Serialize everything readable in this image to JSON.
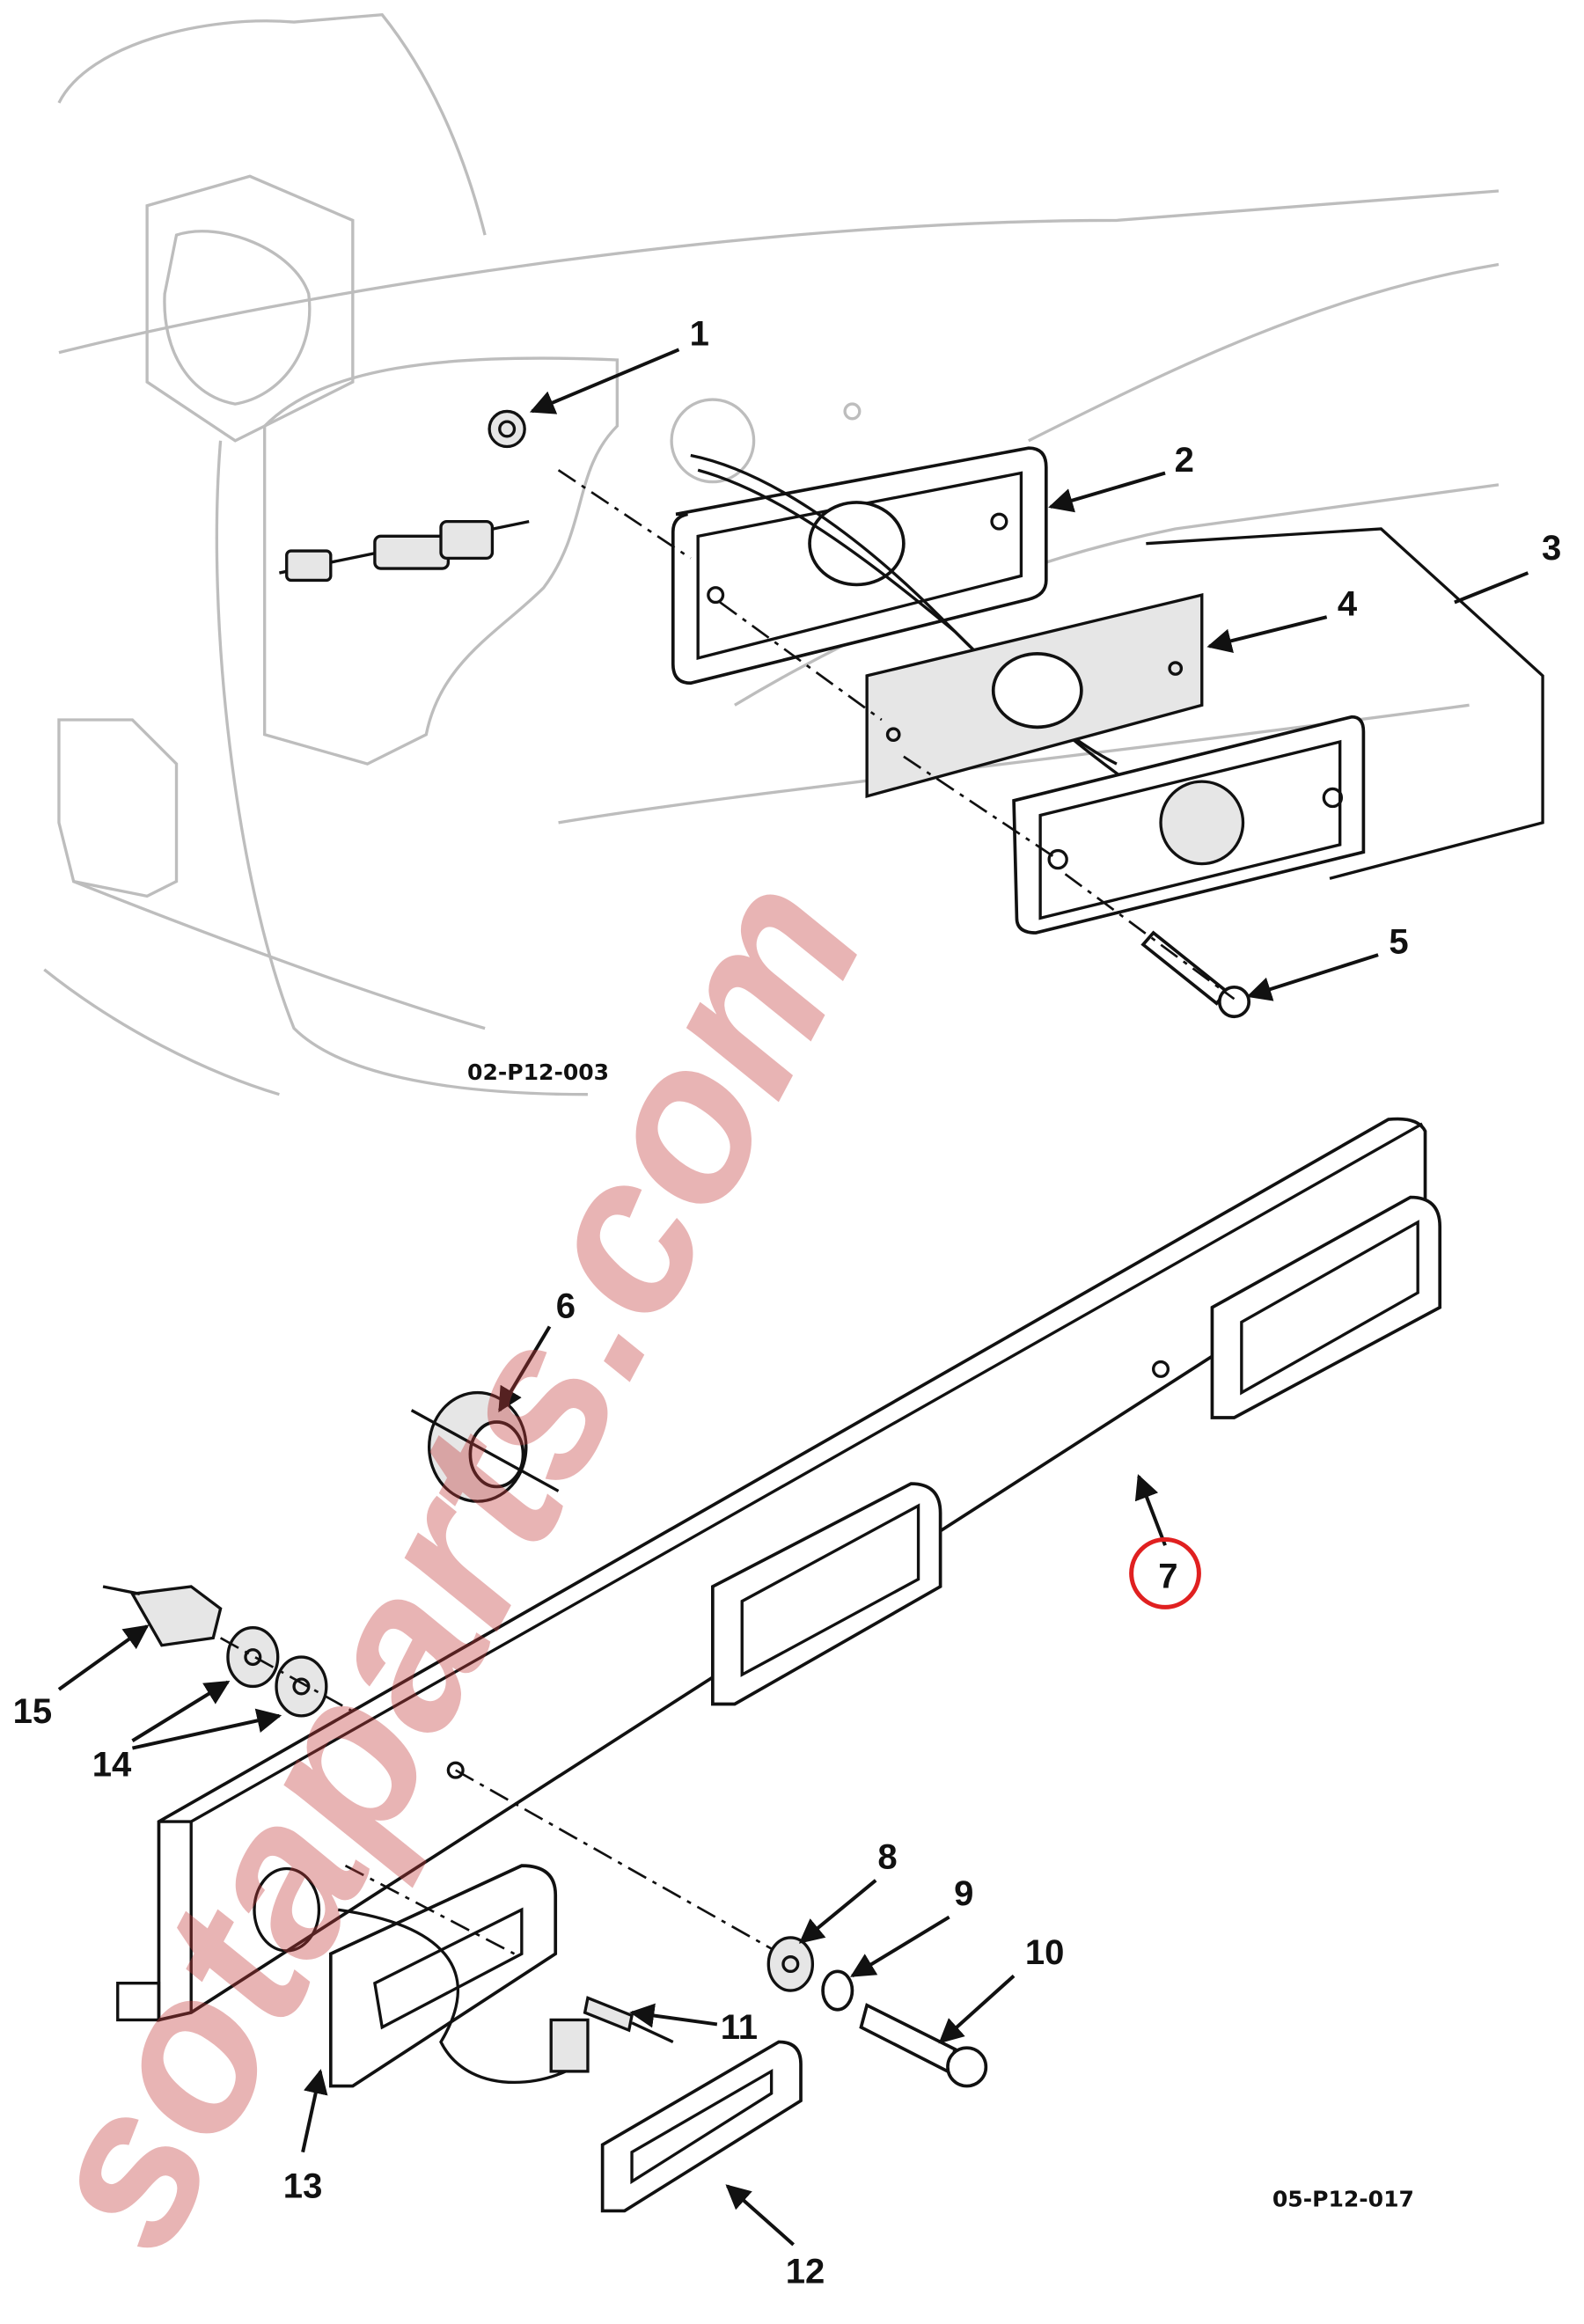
{
  "diagram": {
    "figure_codes": {
      "top": "02-P12-003",
      "bottom": "05-P12-017"
    },
    "highlight_color": "#e02020",
    "watermark": "sotaparts.com",
    "callouts": {
      "c1": {
        "label": "1"
      },
      "c2": {
        "label": "2"
      },
      "c3": {
        "label": "3"
      },
      "c4": {
        "label": "4"
      },
      "c5": {
        "label": "5"
      },
      "c6": {
        "label": "6"
      },
      "c7": {
        "label": "7",
        "highlighted": true
      },
      "c8": {
        "label": "8"
      },
      "c9": {
        "label": "9"
      },
      "c10": {
        "label": "10"
      },
      "c11": {
        "label": "11"
      },
      "c12": {
        "label": "12"
      },
      "c13": {
        "label": "13"
      },
      "c14": {
        "label": "14"
      },
      "c15": {
        "label": "15"
      }
    }
  }
}
